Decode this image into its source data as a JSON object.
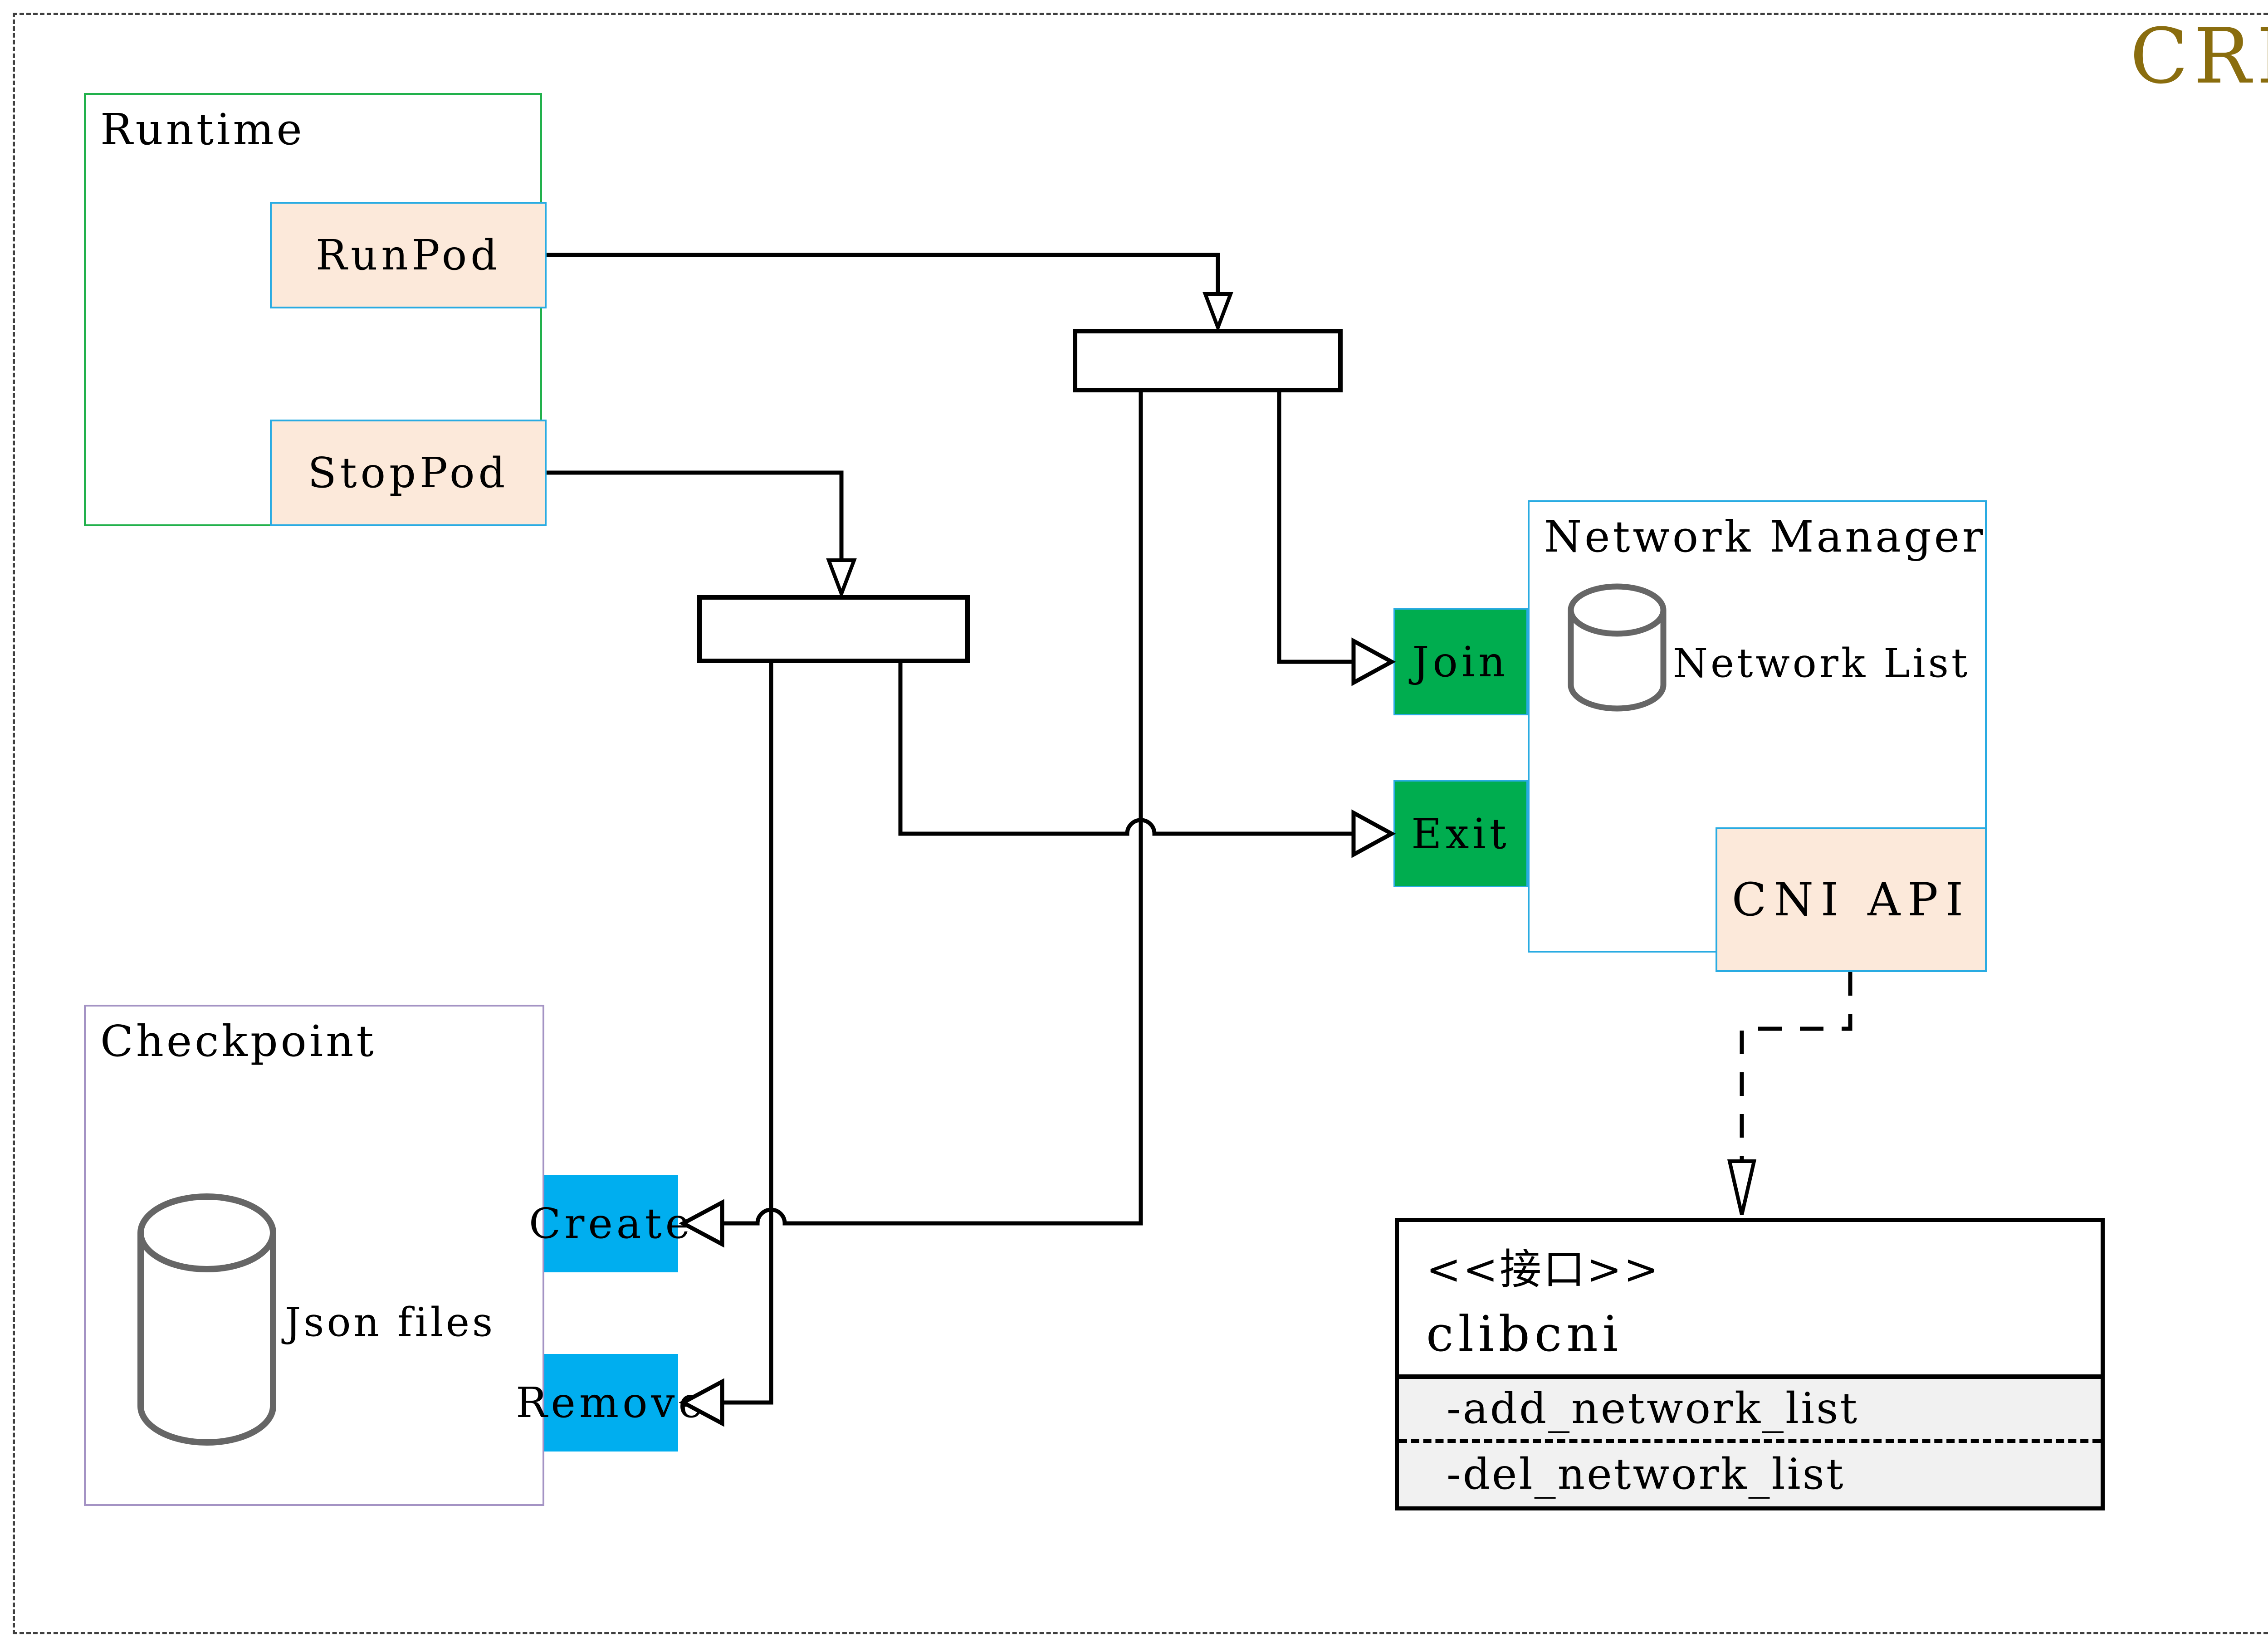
{
  "diagram": {
    "title": "CRI",
    "title_color": "#8a6d0e"
  },
  "runtime": {
    "title": "Runtime",
    "run_pod": "RunPod",
    "stop_pod": "StopPod"
  },
  "network_manager": {
    "title": "Network Manager",
    "database_label": "Network List",
    "join": "Join",
    "exit": "Exit",
    "cni_api": "CNI API"
  },
  "checkpoint": {
    "title": "Checkpoint",
    "database_label": "Json files",
    "create": "Create",
    "remove": "Remove"
  },
  "clibcni": {
    "stereotype": "<<接口>>",
    "name": "clibcni",
    "attributes": [
      "-add_network_list",
      "-del_network_list"
    ]
  },
  "colors": {
    "title_gold": "#8a6d0e",
    "runtime_border_green": "#22b14c",
    "checkpoint_border_purple": "#a493c4",
    "network_manager_border_blue": "#29abe2",
    "port_fill_peach": "#fce9da",
    "button_green": "#00ad4f",
    "button_cyan": "#00aeef",
    "cylinder_grey": "#666666",
    "clibcni_attrs_bg": "#f1f1f1",
    "connector_black": "#000000"
  }
}
